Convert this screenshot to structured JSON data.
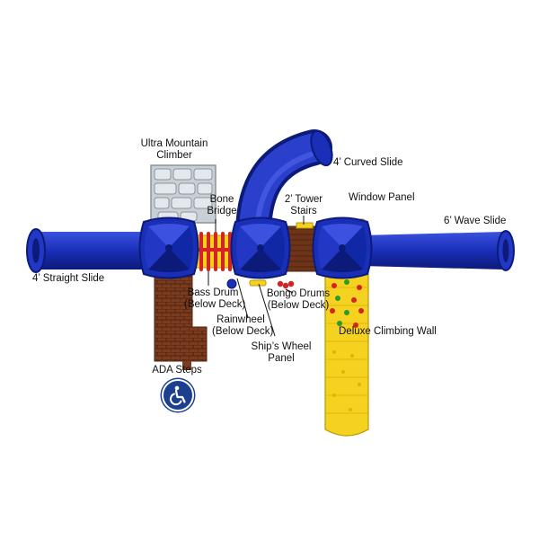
{
  "colors": {
    "slide_blue": "#1a2fb8",
    "slide_blue_dark": "#0c1a7a",
    "deck_brown": "#7a3b1f",
    "climber_gray": "#d2d7dc",
    "climbing_wall_yellow": "#f4d21f",
    "ada_badge_blue": "#1d3f8f"
  },
  "labels": {
    "ultra_mountain_climber": [
      "Ultra Mountain",
      "Climber"
    ],
    "bone_bridge": [
      "Bone",
      "Bridge"
    ],
    "curved_slide": "4’ Curved Slide",
    "tower_stairs": [
      "2’ Tower",
      "Stairs"
    ],
    "window_panel": "Window Panel",
    "wave_slide": "6’ Wave Slide",
    "straight_slide": "4’ Straight Slide",
    "bass_drum": [
      "Bass Drum",
      "(Below Deck)"
    ],
    "rainwheel": [
      "Rainwheel",
      "(Below Deck)"
    ],
    "bongo_drums": [
      "Bongo Drums",
      "(Below Deck)"
    ],
    "ships_wheel_panel": [
      "Ship’s Wheel",
      "Panel"
    ],
    "deluxe_climbing_wall": "Deluxe Climbing Wall",
    "ada_steps": "ADA Steps"
  },
  "icons": {
    "ada_badge": "wheelchair-accessibility-icon"
  }
}
